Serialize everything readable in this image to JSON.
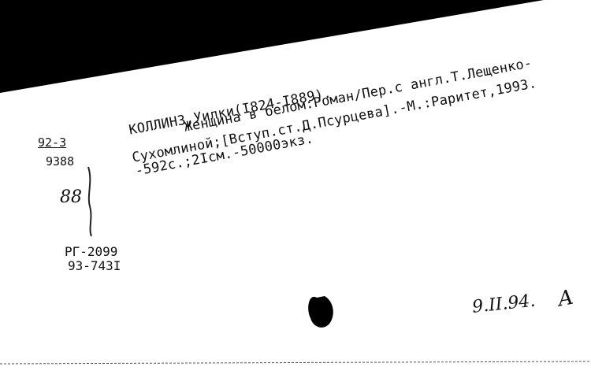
{
  "card": {
    "lines": [
      "КОЛЛИНЗ,Уилки(I824-I889).",
      "Женщина в белом:Роман/Пер.с англ.Т.Лещенко-",
      "Сухомлиной;[Вступ.ст.Д.Псурцева].-М.:Раритет,1993.",
      "-592с.;2Iсм.-50000экз."
    ],
    "classification": "92-3",
    "number": "9388",
    "handwritten_mark": "88",
    "registry": "РГ-2099",
    "registry_number": "93-743I",
    "date": "9.II.94.",
    "initial": "A"
  },
  "colors": {
    "paper": "#ffffff",
    "ink": "#111111",
    "background": "#000000"
  }
}
